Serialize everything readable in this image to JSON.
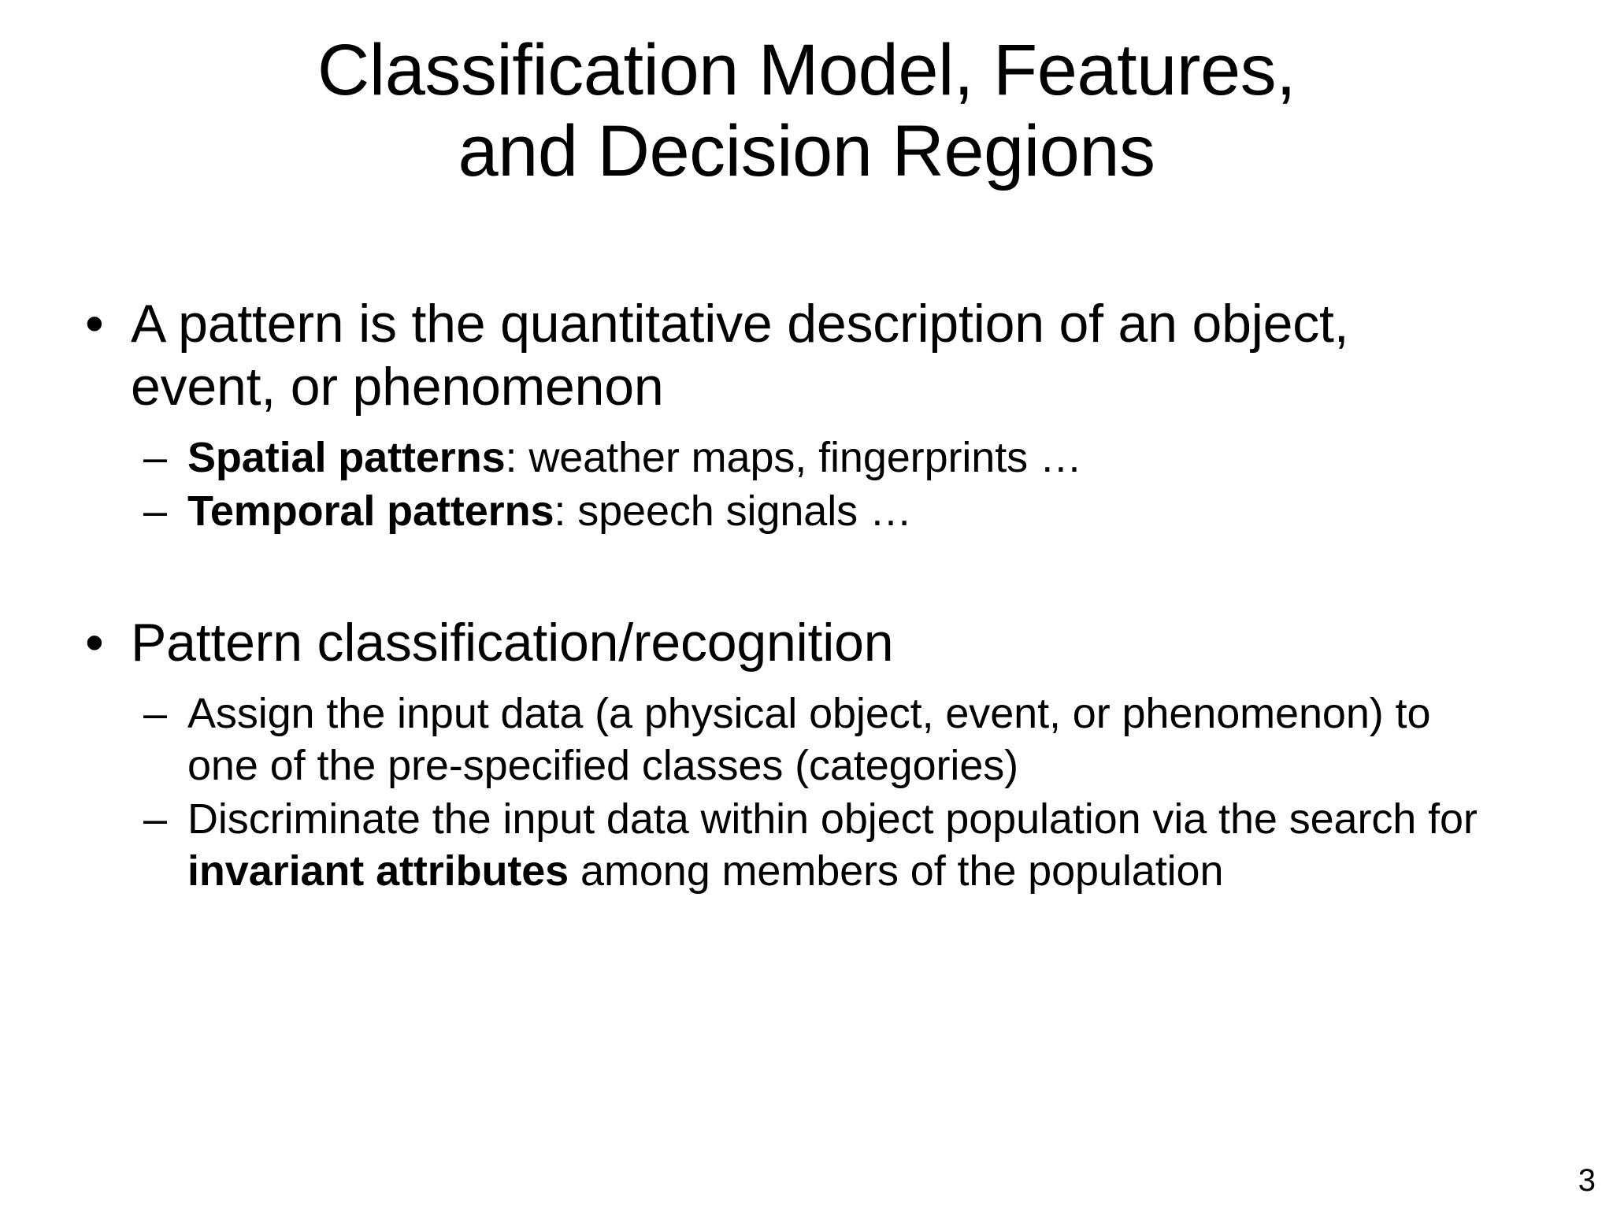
{
  "slide": {
    "title": "Classification Model, Features,\nand Decision Regions",
    "page_number": "3",
    "bullet_marker_level1": "•",
    "bullet_marker_level2": "–",
    "content": [
      {
        "level": 1,
        "text": "A pattern is the quantitative description of an object, event, or phenomenon"
      },
      {
        "level": 2,
        "bold_lead": "Spatial patterns",
        "rest": ": weather maps, fingerprints …"
      },
      {
        "level": 2,
        "bold_lead": "Temporal patterns",
        "rest": ": speech signals …"
      },
      {
        "level": 1,
        "text": "Pattern classification/recognition"
      },
      {
        "level": 2,
        "text": "Assign the input data (a physical object, event, or phenomenon) to one of the pre-specified classes (categories)"
      },
      {
        "level": 2,
        "pre_bold": "Discriminate the input data within object population via the search for ",
        "bold": "invariant attributes",
        "post_bold": " among members of  the population"
      }
    ]
  }
}
